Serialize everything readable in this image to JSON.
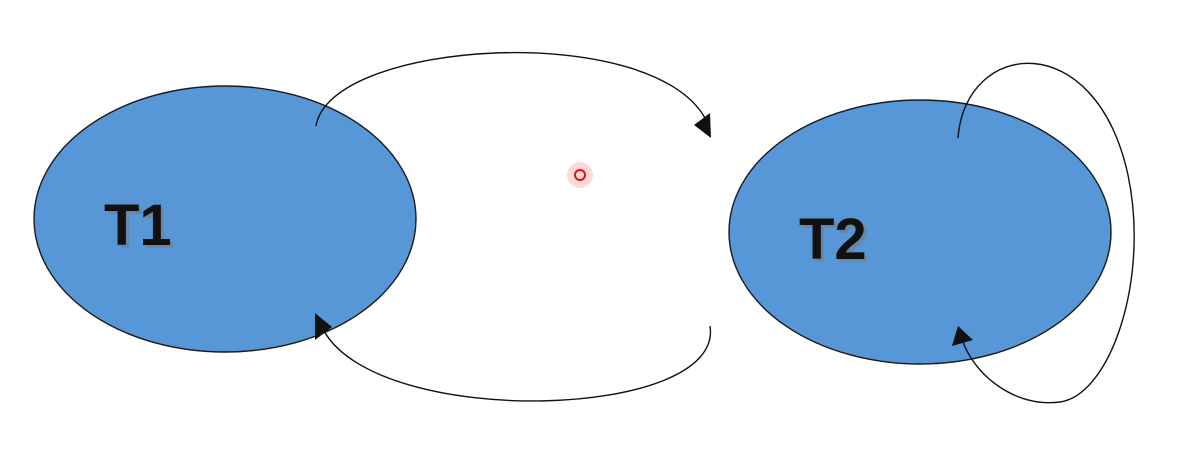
{
  "diagram": {
    "nodes": [
      {
        "id": "T1",
        "label": "T1"
      },
      {
        "id": "T2",
        "label": "T2"
      }
    ],
    "edges": [
      {
        "from": "T1",
        "to": "T2"
      },
      {
        "from": "T2",
        "to": "T1"
      },
      {
        "from": "T2",
        "to": "T2"
      }
    ],
    "colors": {
      "node_fill": "#5796d7",
      "stroke": "#111111",
      "pointer": "#e01010"
    }
  }
}
